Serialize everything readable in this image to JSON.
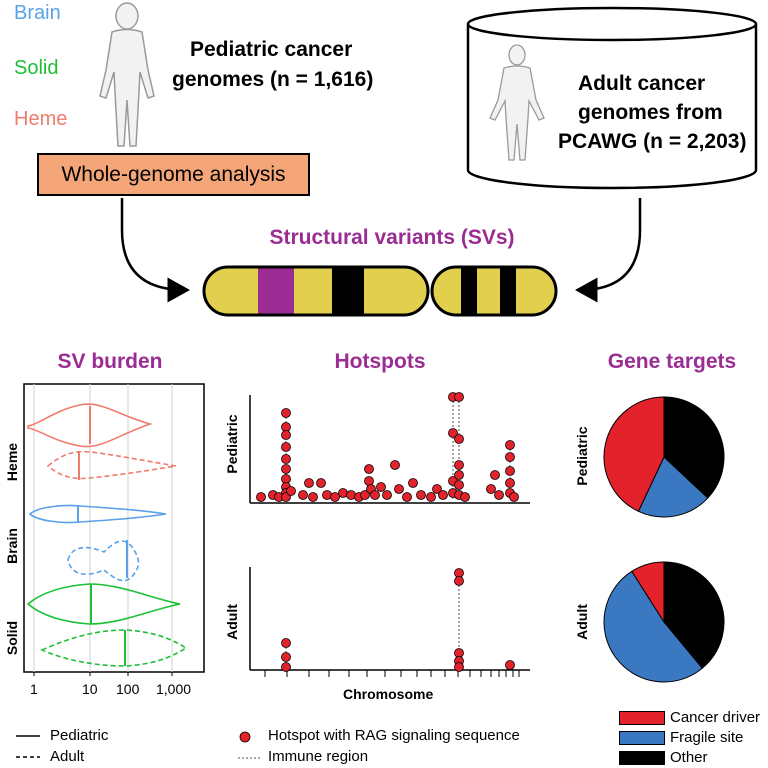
{
  "top": {
    "categories": [
      "Brain",
      "Solid",
      "Heme"
    ],
    "category_colors": {
      "Brain": "#5aa2e8",
      "Solid": "#1dbf35",
      "Heme": "#ef7b6d"
    },
    "pediatric_title_lines": [
      "Pediatric cancer",
      "genomes  (n = 1,616)"
    ],
    "wga_label": "Whole-genome analysis",
    "adult_title_lines": [
      "Adult cancer",
      "genomes from",
      "PCAWG (n = 2,203)"
    ],
    "sv_title": "Structural variants (SVs)"
  },
  "sections": {
    "burden": "SV burden",
    "hotspots": "Hotspots",
    "targets": "Gene targets"
  },
  "burden": {
    "row_labels": [
      "Heme",
      "Brain",
      "Solid"
    ],
    "xticks": [
      "1",
      "10",
      "100",
      "1,000"
    ]
  },
  "hotspots": {
    "panel_labels": [
      "Pediatric",
      "Adult"
    ],
    "xlabel": "Chromosome"
  },
  "targets": {
    "panel_labels": [
      "Pediatric",
      "Adult"
    ],
    "pies": [
      {
        "name": "Pediatric",
        "slices": [
          {
            "label": "Other",
            "value": 0.37
          },
          {
            "label": "Fragile site",
            "value": 0.2
          },
          {
            "label": "Cancer driver",
            "value": 0.43
          }
        ]
      },
      {
        "name": "Adult",
        "slices": [
          {
            "label": "Other",
            "value": 0.39
          },
          {
            "label": "Fragile site",
            "value": 0.52
          },
          {
            "label": "Cancer driver",
            "value": 0.09
          }
        ]
      }
    ]
  },
  "legends": {
    "lines": [
      {
        "label": "Pediatric",
        "style": "solid"
      },
      {
        "label": "Adult",
        "style": "dashed"
      }
    ],
    "hotspot": [
      {
        "label": "Hotspot with RAG signaling sequence"
      },
      {
        "label": "Immune region"
      }
    ],
    "pie": [
      {
        "label": "Cancer driver",
        "color": "#e3222b"
      },
      {
        "label": "Fragile site",
        "color": "#3a78c2"
      },
      {
        "label": "Other",
        "color": "#000000"
      }
    ]
  },
  "colors": {
    "accent": "#9b2c93",
    "chromosome": "#e1cf4d",
    "band": "#9b2c93"
  }
}
